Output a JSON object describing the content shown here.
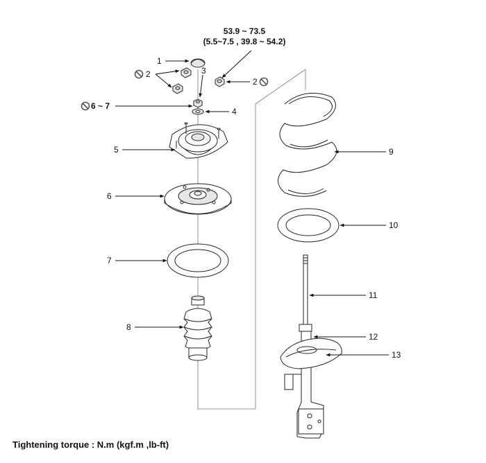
{
  "torque": {
    "value_line1": "53.9 ~ 73.5",
    "value_line2": "(5.5~7.5 , 39.8 ~ 54.2)",
    "nut_torque": "6 ~ 7"
  },
  "callouts": {
    "c1": "1",
    "c2a": "2",
    "c2b": "2",
    "c3": "3",
    "c4": "4",
    "c5": "5",
    "c6": "6",
    "c7": "7",
    "c8": "8",
    "c9": "9",
    "c10": "10",
    "c11": "11",
    "c12": "12",
    "c13": "13"
  },
  "footer": "Tightening torque : N.m (kgf.m ,lb-ft)"
}
